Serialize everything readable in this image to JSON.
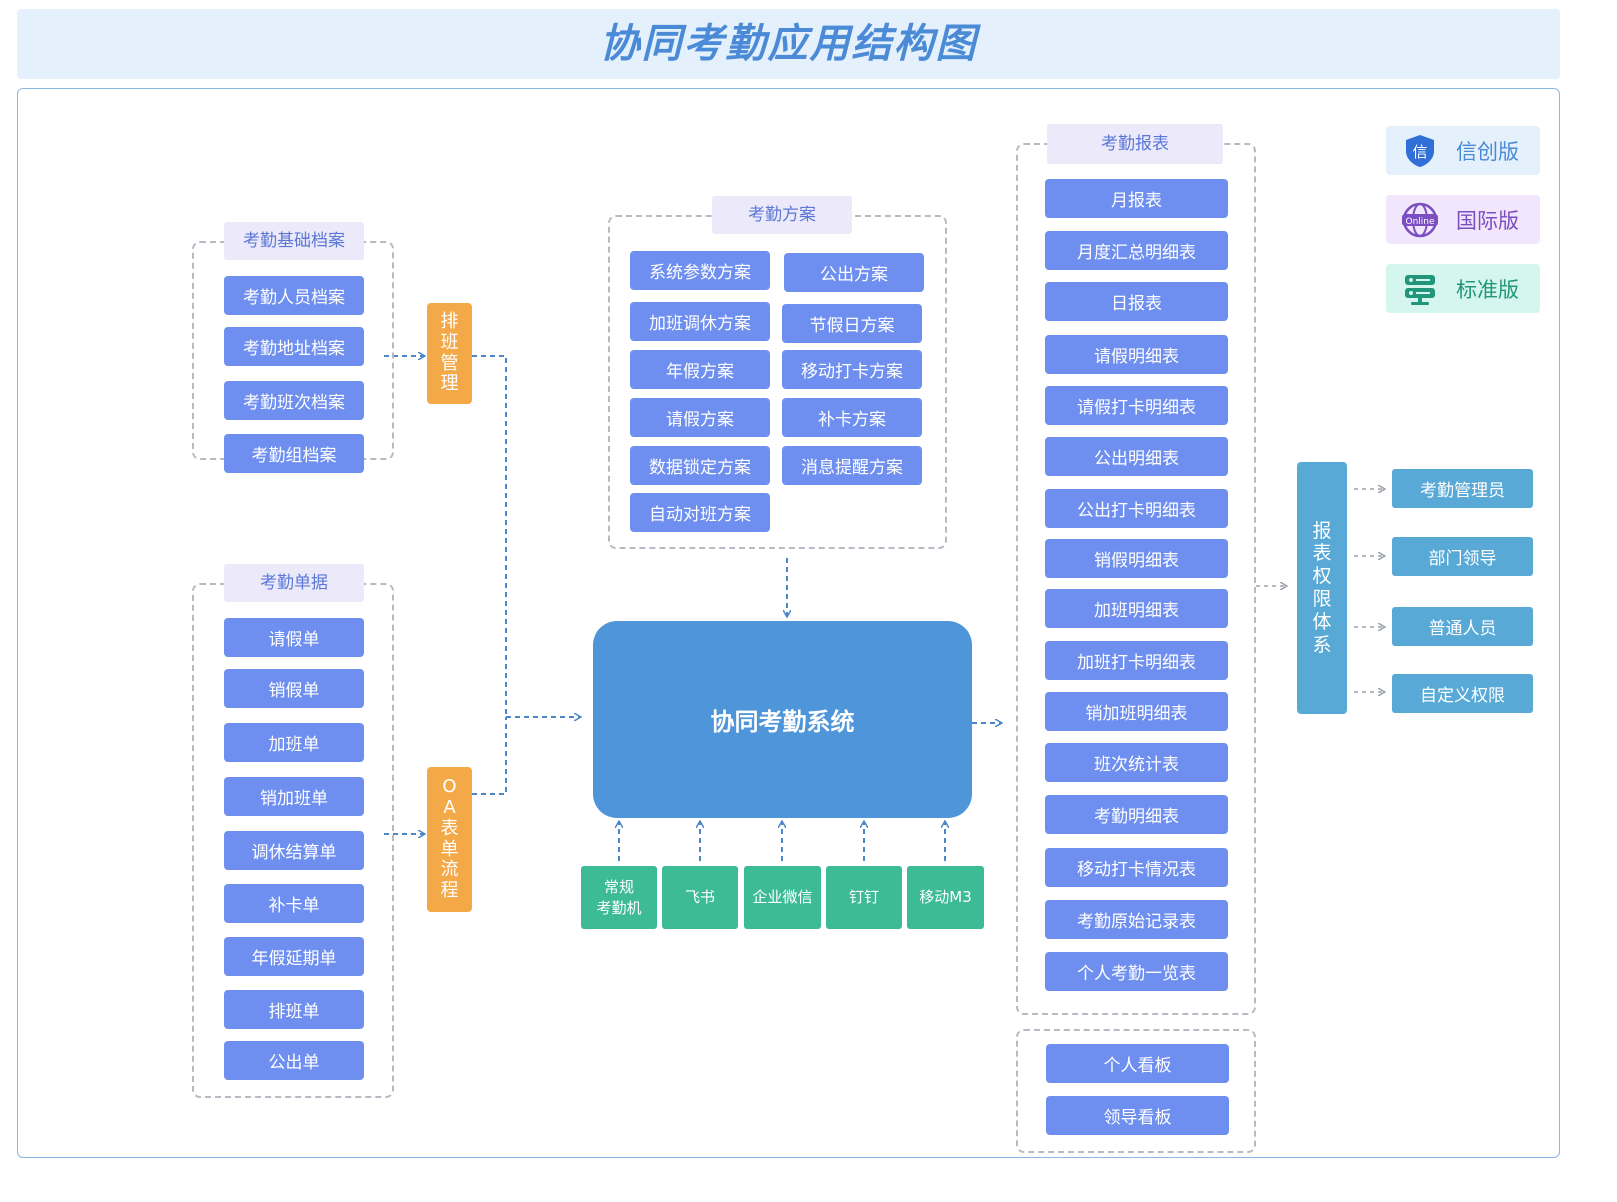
{
  "title": "协同考勤应用结构图",
  "basic_archives": {
    "header": "考勤基础档案",
    "items": [
      "考勤人员档案",
      "考勤地址档案",
      "考勤班次档案",
      "考勤组档案"
    ]
  },
  "documents": {
    "header": "考勤单据",
    "items": [
      "请假单",
      "销假单",
      "加班单",
      "销加班单",
      "调休结算单",
      "补卡单",
      "年假延期单",
      "排班单",
      "公出单"
    ]
  },
  "scheduling": {
    "label": "排班管理"
  },
  "oa_flow": {
    "label": "OA表单流程"
  },
  "schemes": {
    "header": "考勤方案",
    "items": [
      "系统参数方案",
      "公出方案",
      "加班调休方案",
      "节假日方案",
      "年假方案",
      "移动打卡方案",
      "请假方案",
      "补卡方案",
      "数据锁定方案",
      "消息提醒方案",
      "自动对班方案"
    ]
  },
  "core": {
    "label": "协同考勤系统"
  },
  "devices": [
    {
      "label": "常规\n考勤机"
    },
    {
      "label": "飞书"
    },
    {
      "label": "企业微信"
    },
    {
      "label": "钉钉"
    },
    {
      "label": "移动M3"
    }
  ],
  "reports": {
    "header": "考勤报表",
    "items": [
      "月报表",
      "月度汇总明细表",
      "日报表",
      "请假明细表",
      "请假打卡明细表",
      "公出明细表",
      "公出打卡明细表",
      "销假明细表",
      "加班明细表",
      "加班打卡明细表",
      "销加班明细表",
      "班次统计表",
      "考勤明细表",
      "移动打卡情况表",
      "考勤原始记录表",
      "个人考勤一览表"
    ]
  },
  "boards": {
    "items": [
      "个人看板",
      "领导看板"
    ]
  },
  "permission": {
    "label": "报表权限体系",
    "roles": [
      "考勤管理员",
      "部门领导",
      "普通人员",
      "自定义权限"
    ]
  },
  "editions": [
    {
      "label": "信创版",
      "icon": "shield-icon",
      "color": "#4a8ad6",
      "bg": "#e4f1fc"
    },
    {
      "label": "国际版",
      "icon": "online-globe-icon",
      "color": "#7b4fc2",
      "bg": "#f1e6fb"
    },
    {
      "label": "标准版",
      "icon": "server-icon",
      "color": "#22967a",
      "bg": "#d4f6ef"
    }
  ],
  "colors": {
    "module_blue": "#6e8ff0",
    "core_blue": "#4f95d9",
    "device_green": "#3dbb95",
    "flow_orange": "#f4a949",
    "permission_teal": "#58a9d6",
    "arrow_blue": "#4a86c8"
  }
}
